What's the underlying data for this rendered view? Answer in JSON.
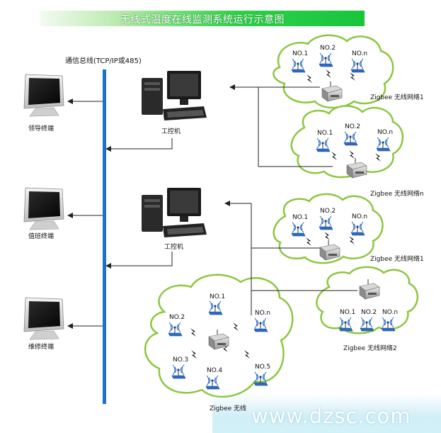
{
  "title": "无线式温度在线监测系统运行示意图",
  "bus_label": "通信总线(TCP/IP或485)",
  "terminals": [
    "领导终端",
    "值班终端",
    "维修终端"
  ],
  "ipc_label": "工控机",
  "networks": [
    {
      "label": "Zigbee 无线网络1",
      "nodes": [
        "NO.1",
        "NO.2",
        "NO.n"
      ]
    },
    {
      "label": "Zigbee 无线网络n",
      "nodes": [
        "NO.1",
        "NO.2",
        "NO.n"
      ]
    },
    {
      "label": "Zigbee 无线网络1",
      "nodes": [
        "NO.1",
        "NO.2",
        "NO.n"
      ]
    },
    {
      "label": "Zigbee 无线网络2",
      "nodes": [
        "NO.1",
        "NO.2",
        "NO.n"
      ]
    },
    {
      "label": "Zigbee 无线",
      "nodes": [
        "NO.1",
        "NO.2",
        "NO.n",
        "NO.3",
        "NO.4",
        "NO.5"
      ]
    }
  ],
  "watermark": "www.dzsc.com",
  "colors": {
    "bus": "#1a73c9",
    "cloud_stroke": "#8dc63f",
    "banner": "#17c53a",
    "sensor": "#2b6cc4"
  }
}
